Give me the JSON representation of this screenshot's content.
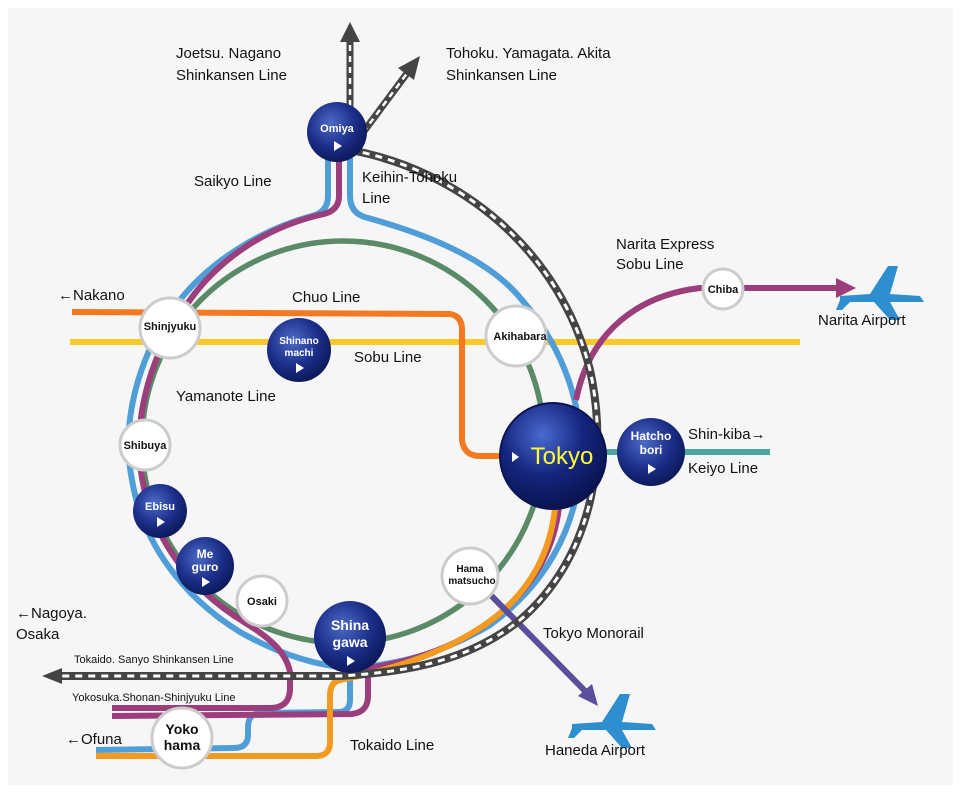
{
  "title": "",
  "line_labels": {
    "joetsu": [
      "Joetsu. Nagano",
      "Shinkansen Line"
    ],
    "tohoku": [
      "Tohoku. Yamagata. Akita",
      "Shinkansen Line"
    ],
    "saikyo": "Saikyo Line",
    "keihin": [
      "Keihin-Tohoku",
      "Line"
    ],
    "narita_express": [
      "Narita Express",
      "Sobu Line"
    ],
    "nakano": "←Nakano",
    "chuo": "Chuo Line",
    "sobu": "Sobu Line",
    "yamanote": "Yamanote Line",
    "shinkiba": "Shin-kiba→",
    "keiyo": "Keiyo Line",
    "nagoya": [
      "←Nagoya.",
      "Osaka"
    ],
    "tokaido_sanyo": "Tokaido. Sanyo Shinkansen Line",
    "yokosuka": "Yokosuka.Shonan-Shinjyuku Line",
    "ofuna": "←Ofuna",
    "tokaido": "Tokaido Line",
    "monorail": "Tokyo Monorail"
  },
  "airports": {
    "narita": "Narita Airport",
    "haneda": "Haneda Airport"
  },
  "stations": {
    "omiya": "Omiya",
    "shinjyuku": "Shinjyuku",
    "shinanomachi": [
      "Shinano",
      "machi"
    ],
    "akihabara": "Akihabara",
    "shibuya": "Shibuya",
    "ebisu": "Ebisu",
    "meguro": [
      "Me",
      "guro"
    ],
    "osaki": "Osaki",
    "tokyo": "Tokyo",
    "hatchobori": [
      "Hatcho",
      "bori"
    ],
    "chiba": "Chiba",
    "hamamatsucho": [
      "Hama",
      "matsucho"
    ],
    "shinagawa": [
      "Shina",
      "gawa"
    ],
    "yokohama": [
      "Yoko",
      "hama"
    ]
  },
  "line_colors": {
    "chuo": "#f47920",
    "sobu": "#fbc82a",
    "yamanote": "#5a8a68",
    "keihin": "#4f9ed8",
    "saikyo": "#9c3d7c",
    "tokaido": "#f29b1f",
    "keiyo": "#4aa69e",
    "monorail": "#5b4e9a",
    "shinkansen": "#555555",
    "airport": "#2e8fd0",
    "station_blue": "#16267a",
    "tokyo_text": "#ffff33"
  }
}
